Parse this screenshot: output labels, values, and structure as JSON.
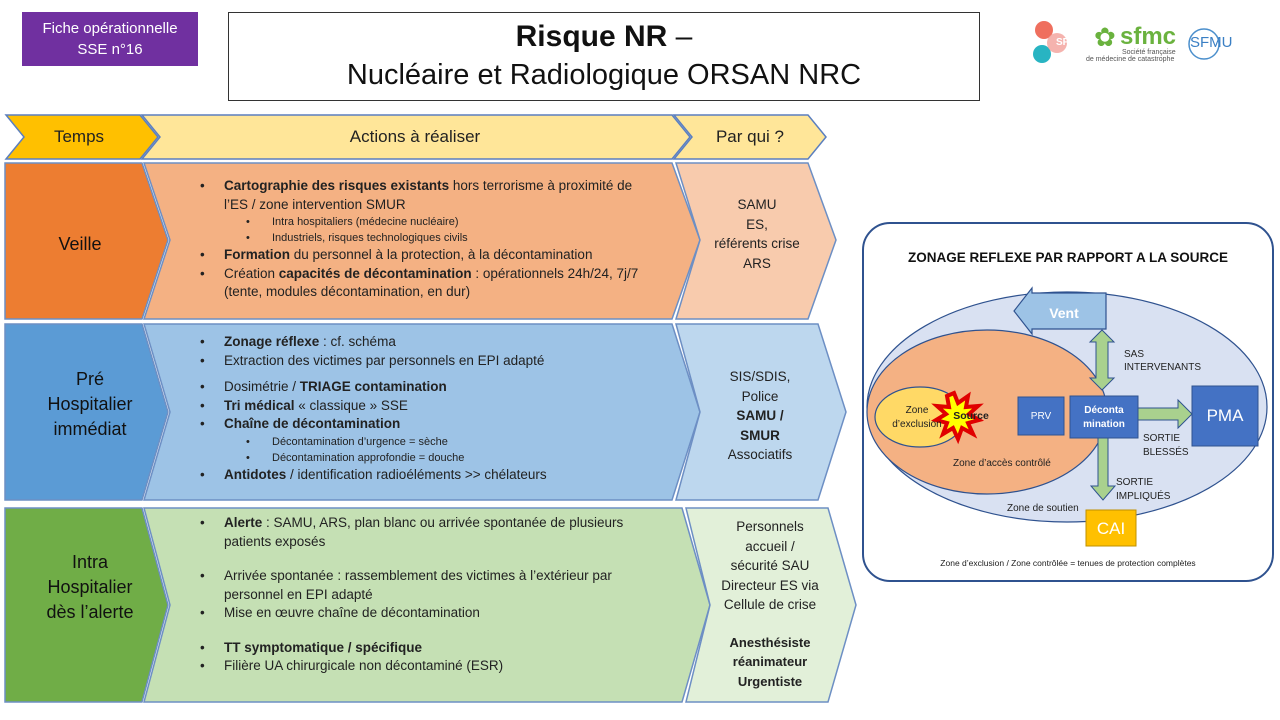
{
  "badge": {
    "line1": "Fiche opérationnelle",
    "line2": "SSE  n°16"
  },
  "title": {
    "bold": "Risque NR",
    "dash": " –",
    "subtitle": "Nucléaire et Radiologique ORSAN NRC"
  },
  "logos": {
    "sfar": "SFAR",
    "sfmc": "sfmc",
    "sfmc_sub1": "Société française",
    "sfmc_sub2": "de médecine de catastrophe",
    "sfmu": "SFMU"
  },
  "headers": {
    "temps": "Temps",
    "actions": "Actions à réaliser",
    "parqui": "Par qui ?"
  },
  "phases": [
    {
      "lines": [
        "Veille"
      ],
      "color": "#ed7d31"
    },
    {
      "lines": [
        "Pré",
        "Hospitalier",
        "immédiat"
      ],
      "color": "#5b9bd5"
    },
    {
      "lines": [
        "Intra",
        "Hospitalier",
        "dès l’alerte"
      ],
      "color": "#70ad47"
    }
  ],
  "veille": {
    "i1_bold": "Cartographie des risques existants",
    "i1_rest": " hors terrorisme à proximité de l’ES / zone intervention SMUR",
    "s1": "Intra hospitaliers (médecine nucléaire)",
    "s2": "Industriels, risques technologiques civils",
    "i2_bold": "Formation",
    "i2_rest": " du personnel à la protection, à la décontamination",
    "i3_pre": "Création ",
    "i3_bold": "capacités de décontamination",
    "i3_rest": " : opérationnels 24h/24, 7j/7 (tente, modules décontamination, en dur)",
    "who": [
      "SAMU",
      "ES,",
      "référents crise",
      "ARS"
    ]
  },
  "prehosp": {
    "i1_bold": "Zonage réflexe",
    "i1_rest": " : cf. schéma",
    "i2": "Extraction des victimes par personnels en EPI adapté",
    "i3_pre": "Dosimétrie / ",
    "i3_bold": "TRIAGE contamination",
    "i4_bold": "Tri médical",
    "i4_rest": " « classique » SSE",
    "i5_bold": "Chaîne de décontamination",
    "s1": "Décontamination d’urgence = sèche",
    "s2": "Décontamination approfondie = douche",
    "i6_bold": "Antidotes",
    "i6_rest": " / identification radioéléments >> chélateurs",
    "who": [
      "SIS/SDIS,",
      "Police"
    ],
    "who_bold": [
      "SAMU /",
      "SMUR"
    ],
    "who_end": "Associatifs"
  },
  "intra": {
    "i1_bold": "Alerte",
    "i1_rest": " : SAMU, ARS, plan blanc ou arrivée spontanée de plusieurs patients exposés",
    "i2": "Arrivée spontanée : rassemblement des victimes à l’extérieur par personnel en EPI adapté",
    "i3": "Mise en œuvre chaîne de décontamination",
    "i4_bold": "TT symptomatique / spécifique",
    "i5": "Filière UA chirurgicale non décontaminé (ESR)",
    "who": [
      "Personnels",
      "accueil /",
      "sécurité SAU",
      "Directeur ES via",
      "Cellule de crise"
    ],
    "who_bold": [
      "Anesthésiste",
      "réanimateur",
      "Urgentiste"
    ]
  },
  "zonage": {
    "title": "ZONAGE REFLEXE PAR RAPPORT A LA SOURCE",
    "vent": "Vent",
    "sas": "SAS INTERVENANTS",
    "zone_exclusion": "Zone d’exclusion",
    "source": "Source",
    "prv": "PRV",
    "decon": "Déconta mination",
    "pma": "PMA",
    "sortie_blesses": "SORTIE BLESSÉS",
    "sortie_impliques": "SORTIE IMPLIQUÉS",
    "zone_acces": "Zone d’accès contrôlé",
    "zone_soutien": "Zone de soutien",
    "cai": "CAI",
    "footnote": "Zone d’exclusion / Zone contrôlée = tenues de protection complètes"
  }
}
